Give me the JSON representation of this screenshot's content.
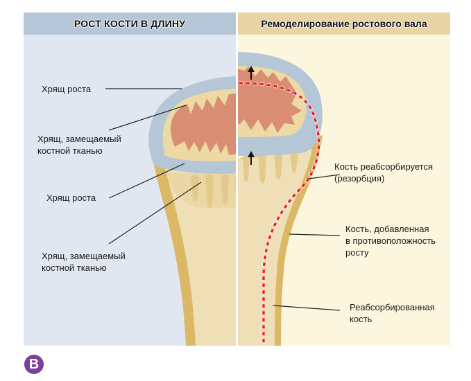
{
  "panels": {
    "left": {
      "title": "РОСТ КОСТИ В ДЛИНУ"
    },
    "right": {
      "title": "Ремоделирование ростового вала"
    }
  },
  "labels": {
    "left": [
      {
        "text": "Хрящ роста"
      },
      {
        "text": "Хрящ, замещаемый\nкостной тканью"
      },
      {
        "text": "Хрящ роста"
      },
      {
        "text": "Хрящ, замещаемый\nкостной тканью"
      }
    ],
    "right": [
      {
        "text": "Кость реабсорбируется\n(резорбция)"
      },
      {
        "text": "Кость, добавленная\nв противоположность\nросту"
      },
      {
        "text": "Реабсорбированная\nкость"
      }
    ]
  },
  "badge": {
    "text": "B"
  },
  "colors": {
    "left_bg": "#e1e7f0",
    "right_bg": "#fdf6de",
    "cartilage": "#b5c6d7",
    "cortical_bone": "#dbb866",
    "spongy_bone": "#efdfb6",
    "marrow": "#d98e73",
    "resorption_line": "#e8202a",
    "badge": "#7e3f98"
  }
}
